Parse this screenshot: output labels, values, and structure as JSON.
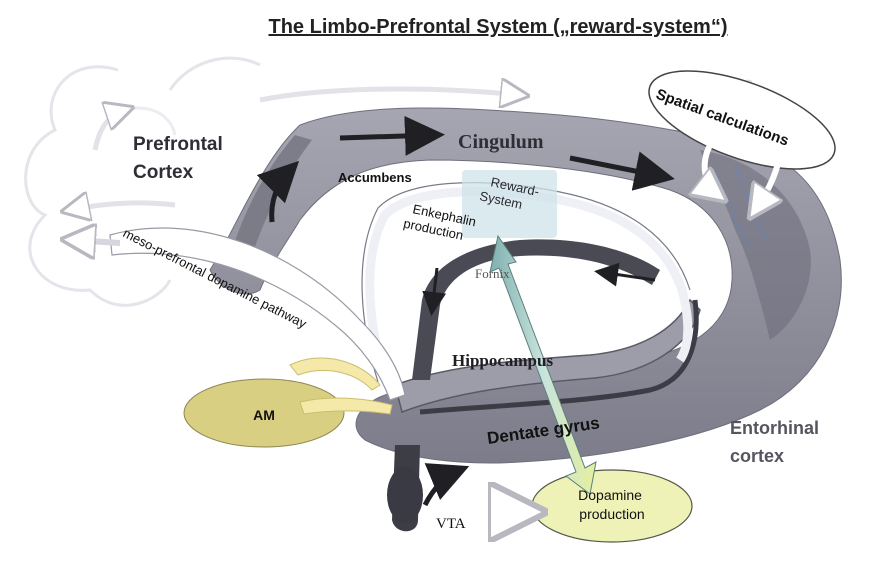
{
  "title": "The Limbo-Prefrontal System („reward-system“)",
  "labels": {
    "prefrontal_line1": "Prefrontal",
    "prefrontal_line2": "Cortex",
    "cingulum": "Cingulum",
    "spatial": "Spatial calculations",
    "accumbens": "Accumbens",
    "reward_line1": "Reward-",
    "reward_line2": "System",
    "enkephalin_line1": "Enkephalin",
    "enkephalin_line2": "production",
    "fornix": "Fornix",
    "pathway": "meso-prefrontal dopamine pathway",
    "hippocampus": "Hippocampus",
    "am": "AM",
    "dentate": "Dentate gyrus",
    "entorhinal_line1": "Entorhinal",
    "entorhinal_line2": "cortex",
    "dopamine_line1": "Dopamine",
    "dopamine_line2": "production",
    "vta": "VTA"
  },
  "colors": {
    "cortex_band": "#8e8e9c",
    "cortex_dark": "#55555f",
    "amygdala": "#d9cf82",
    "dopamine_bubble": "#eef2b6",
    "dopamine_arrow": "#9cc7c2",
    "reward_box": "#cfe3ea",
    "text": "#2e2e36"
  }
}
